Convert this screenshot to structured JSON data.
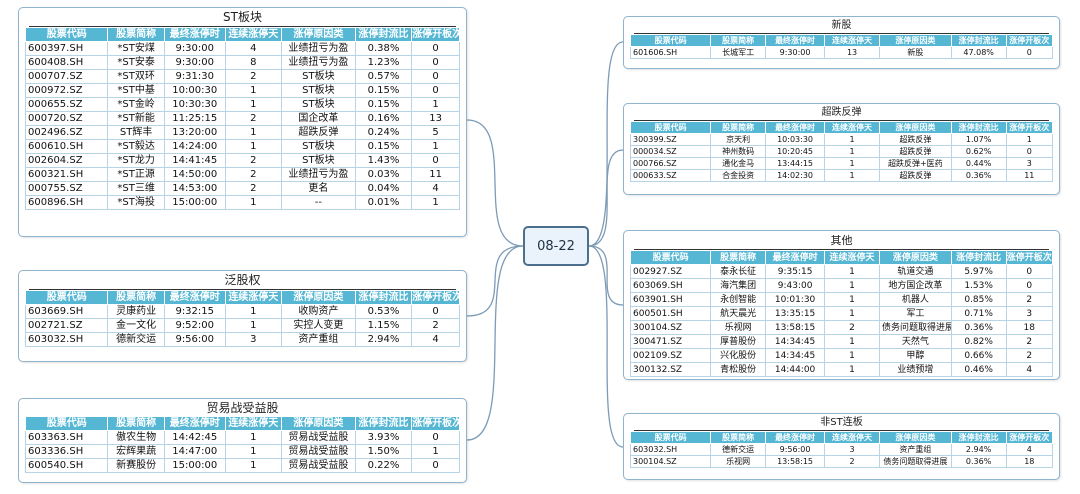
{
  "center": {
    "label": "08-22"
  },
  "headers": [
    "股票代码",
    "股票简称",
    "最终涨停时",
    "连续涨停天",
    "涨停原因类",
    "涨停封流比",
    "涨停开板次"
  ],
  "nodes": [
    {
      "id": "st",
      "title": "ST板块",
      "rows": [
        [
          "600397.SH",
          "*ST安煤",
          "9:30:00",
          "4",
          "业绩扭亏为盈",
          "0.38%",
          "0"
        ],
        [
          "600408.SH",
          "*ST安泰",
          "9:30:00",
          "8",
          "业绩扭亏为盈",
          "1.23%",
          "0"
        ],
        [
          "000707.SZ",
          "*ST双环",
          "9:31:30",
          "2",
          "ST板块",
          "0.57%",
          "0"
        ],
        [
          "000972.SZ",
          "*ST中基",
          "10:00:30",
          "1",
          "ST板块",
          "0.15%",
          "0"
        ],
        [
          "000655.SZ",
          "*ST金岭",
          "10:30:30",
          "1",
          "ST板块",
          "0.15%",
          "1"
        ],
        [
          "000720.SZ",
          "*ST新能",
          "11:25:15",
          "2",
          "国企改革",
          "0.16%",
          "13"
        ],
        [
          "002496.SZ",
          "ST辉丰",
          "13:20:00",
          "1",
          "超跌反弹",
          "0.24%",
          "5"
        ],
        [
          "600610.SH",
          "*ST毅达",
          "14:24:00",
          "1",
          "ST板块",
          "0.15%",
          "1"
        ],
        [
          "002604.SZ",
          "*ST龙力",
          "14:41:45",
          "2",
          "ST板块",
          "1.43%",
          "0"
        ],
        [
          "600321.SH",
          "*ST正源",
          "14:50:00",
          "2",
          "业绩扭亏为盈",
          "0.03%",
          "11"
        ],
        [
          "000755.SZ",
          "*ST三维",
          "14:53:00",
          "2",
          "更名",
          "0.04%",
          "4"
        ],
        [
          "600896.SH",
          "*ST海投",
          "15:00:00",
          "1",
          "--",
          "0.01%",
          "1"
        ]
      ]
    },
    {
      "id": "fan-gu-quan",
      "title": "泛股权",
      "rows": [
        [
          "603669.SH",
          "灵康药业",
          "9:32:15",
          "1",
          "收购资产",
          "0.53%",
          "0"
        ],
        [
          "002721.SZ",
          "金一文化",
          "9:52:00",
          "1",
          "实控人变更",
          "1.15%",
          "2"
        ],
        [
          "603032.SH",
          "德新交运",
          "9:56:00",
          "3",
          "资产重组",
          "2.94%",
          "4"
        ]
      ]
    },
    {
      "id": "trade-war",
      "title": "贸易战受益股",
      "rows": [
        [
          "603363.SH",
          "傲农生物",
          "14:42:45",
          "1",
          "贸易战受益股",
          "3.93%",
          "0"
        ],
        [
          "603336.SH",
          "宏辉果蔬",
          "14:47:00",
          "1",
          "贸易战受益股",
          "1.50%",
          "1"
        ],
        [
          "600540.SH",
          "新赛股份",
          "15:00:00",
          "1",
          "贸易战受益股",
          "0.22%",
          "0"
        ]
      ]
    },
    {
      "id": "new-stock",
      "title": "新股",
      "rows": [
        [
          "601606.SH",
          "长城军工",
          "9:30:00",
          "13",
          "新股",
          "47.08%",
          "0"
        ]
      ]
    },
    {
      "id": "rebound",
      "title": "超跌反弹",
      "rows": [
        [
          "300399.SZ",
          "京天利",
          "10:03:30",
          "1",
          "超跌反弹",
          "1.07%",
          "1"
        ],
        [
          "000034.SZ",
          "神州数码",
          "10:20:45",
          "1",
          "超跌反弹",
          "0.62%",
          "0"
        ],
        [
          "000766.SZ",
          "通化金马",
          "13:44:15",
          "1",
          "超跌反弹+医药",
          "0.44%",
          "3"
        ],
        [
          "000633.SZ",
          "合金投资",
          "14:02:30",
          "1",
          "超跌反弹",
          "0.36%",
          "11"
        ]
      ]
    },
    {
      "id": "other",
      "title": "其他",
      "rows": [
        [
          "002927.SZ",
          "泰永长征",
          "9:35:15",
          "1",
          "轨道交通",
          "5.97%",
          "0"
        ],
        [
          "603069.SH",
          "海汽集团",
          "9:43:00",
          "1",
          "地方国企改革",
          "1.53%",
          "0"
        ],
        [
          "603901.SH",
          "永创智能",
          "10:01:30",
          "1",
          "机器人",
          "0.85%",
          "2"
        ],
        [
          "600501.SH",
          "航天晨光",
          "13:35:15",
          "1",
          "军工",
          "0.71%",
          "3"
        ],
        [
          "300104.SZ",
          "乐视网",
          "13:58:15",
          "2",
          "债务问题取得进展",
          "0.36%",
          "18"
        ],
        [
          "300471.SZ",
          "厚普股份",
          "14:34:45",
          "1",
          "天然气",
          "0.82%",
          "2"
        ],
        [
          "002109.SZ",
          "兴化股份",
          "14:34:45",
          "1",
          "甲醇",
          "0.66%",
          "2"
        ],
        [
          "300132.SZ",
          "青松股份",
          "14:44:00",
          "1",
          "业绩预增",
          "0.46%",
          "4"
        ]
      ]
    },
    {
      "id": "non-st",
      "title": "非ST连板",
      "rows": [
        [
          "603032.SH",
          "德新交运",
          "9:56:00",
          "3",
          "资产重组",
          "2.94%",
          "4"
        ],
        [
          "300104.SZ",
          "乐视网",
          "13:58:15",
          "2",
          "债务问题取得进展",
          "0.36%",
          "18"
        ]
      ]
    }
  ]
}
